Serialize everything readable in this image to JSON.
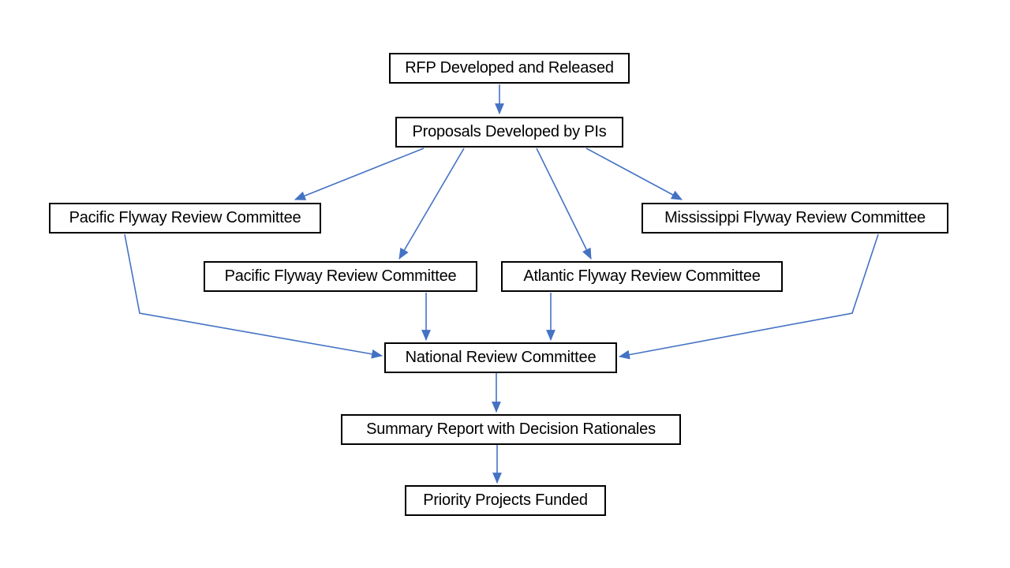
{
  "diagram": {
    "description": "Flowchart of RFP proposal review and funding process",
    "colors": {
      "arrow": "#4472C4",
      "box_border": "#000000",
      "box_fill": "#FFFFFF",
      "text": "#000000",
      "background": "#FFFFFF"
    },
    "nodes": [
      {
        "id": "rfp",
        "label": "RFP Developed and Released"
      },
      {
        "id": "proposals",
        "label": "Proposals Developed by PIs"
      },
      {
        "id": "pacific-left",
        "label": "Pacific Flyway Review Committee"
      },
      {
        "id": "pacific-center",
        "label": "Pacific Flyway Review Committee"
      },
      {
        "id": "atlantic",
        "label": "Atlantic Flyway Review Committee"
      },
      {
        "id": "mississippi",
        "label": "Mississippi Flyway Review Committee"
      },
      {
        "id": "national",
        "label": "National Review Committee"
      },
      {
        "id": "summary",
        "label": "Summary Report with Decision Rationales"
      },
      {
        "id": "priority",
        "label": "Priority Projects Funded"
      }
    ],
    "edges": [
      {
        "from": "rfp",
        "to": "proposals"
      },
      {
        "from": "proposals",
        "to": "pacific-left"
      },
      {
        "from": "proposals",
        "to": "pacific-center"
      },
      {
        "from": "proposals",
        "to": "atlantic"
      },
      {
        "from": "proposals",
        "to": "mississippi"
      },
      {
        "from": "pacific-left",
        "to": "national"
      },
      {
        "from": "pacific-center",
        "to": "national"
      },
      {
        "from": "atlantic",
        "to": "national"
      },
      {
        "from": "mississippi",
        "to": "national"
      },
      {
        "from": "national",
        "to": "summary"
      },
      {
        "from": "summary",
        "to": "priority"
      }
    ]
  }
}
